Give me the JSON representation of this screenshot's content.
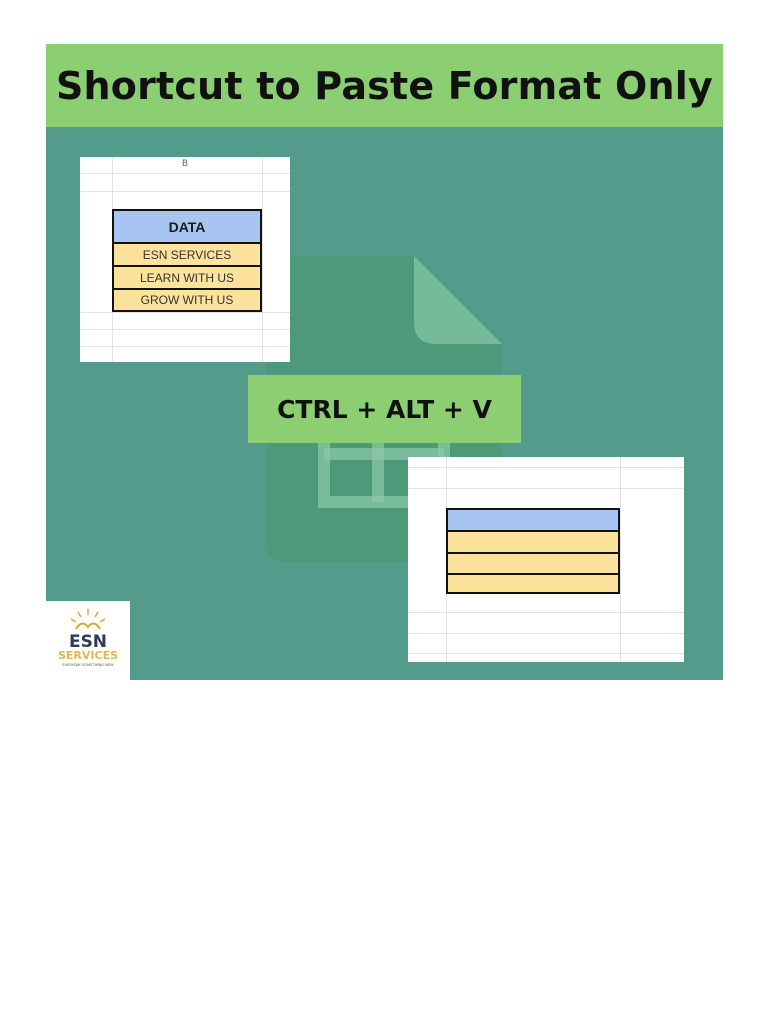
{
  "title": "Shortcut to Paste Format Only",
  "shortcut": "CTRL + ALT + V",
  "source_sheet": {
    "column_header": "B",
    "header": "DATA",
    "rows": [
      "ESN SERVICES",
      "LEARN WITH US",
      "GROW WITH US"
    ]
  },
  "logo": {
    "brand": "ESN",
    "sub": "SERVICES",
    "tagline": "EVERYDAY SOMETHING NEW"
  },
  "colors": {
    "background": "#559b8b",
    "banner": "#8ccf72",
    "header_fill": "#a8c4f0",
    "row_fill": "#fde29c"
  }
}
